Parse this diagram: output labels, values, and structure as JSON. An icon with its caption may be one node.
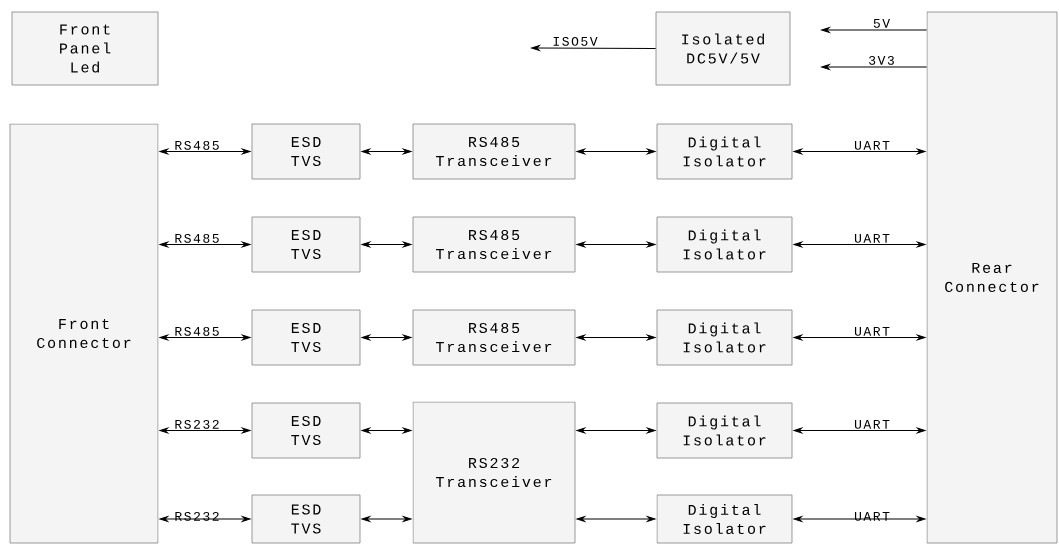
{
  "diagram": {
    "nodes": [
      {
        "text": [
          "Front Panel Led"
        ]
      },
      {
        "text": [
          "Isolated DC5V/5V"
        ]
      },
      {
        "text": [
          "Rear Connector"
        ]
      },
      {
        "text": [
          "Front Connector"
        ]
      },
      {
        "text": [
          "ESD TVS"
        ]
      },
      {
        "text": [
          "RS485 Transceiver"
        ]
      },
      {
        "text": [
          "Digital Isolator"
        ]
      },
      {
        "text": [
          "ESD TVS"
        ]
      },
      {
        "text": [
          "RS485 Transceiver"
        ]
      },
      {
        "text": [
          "Digital Isolator"
        ]
      },
      {
        "text": [
          "ESD TVS"
        ]
      },
      {
        "text": [
          "RS485 Transceiver"
        ]
      },
      {
        "text": [
          "Digital Isolator"
        ]
      },
      {
        "text": [
          "ESD TVS"
        ]
      },
      {
        "text": [
          "RS232 Transceiver"
        ]
      },
      {
        "text": [
          "Digital Isolator"
        ]
      },
      {
        "text": [
          "ESD TVS"
        ]
      },
      {
        "text": [
          "Digital Isolator"
        ]
      }
    ],
    "edges": [
      {
        "from": 1,
        "to": null,
        "arrow": "to",
        "label": "ISO5V"
      },
      {
        "from": 2,
        "to": null,
        "arrow": "to",
        "label": "5V"
      },
      {
        "from": 2,
        "to": null,
        "arrow": "to",
        "label": "3V3"
      },
      {
        "from": 3,
        "to": 4,
        "arrow": "both",
        "label": "RS485"
      },
      {
        "from": 4,
        "to": 5,
        "arrow": "both"
      },
      {
        "from": 5,
        "to": 6,
        "arrow": "both"
      },
      {
        "from": 6,
        "to": 2,
        "arrow": "both",
        "label": "UART"
      },
      {
        "from": 3,
        "to": 7,
        "arrow": "both",
        "label": "RS485"
      },
      {
        "from": 7,
        "to": 8,
        "arrow": "both"
      },
      {
        "from": 8,
        "to": 9,
        "arrow": "both"
      },
      {
        "from": 9,
        "to": 2,
        "arrow": "both",
        "label": "UART"
      },
      {
        "from": 3,
        "to": 10,
        "arrow": "both",
        "label": "RS485"
      },
      {
        "from": 10,
        "to": 11,
        "arrow": "both"
      },
      {
        "from": 11,
        "to": 12,
        "arrow": "both"
      },
      {
        "from": 12,
        "to": 2,
        "arrow": "both",
        "label": "UART"
      },
      {
        "from": 3,
        "to": 13,
        "arrow": "both",
        "label": "RS232"
      },
      {
        "from": 13,
        "to": 14,
        "arrow": "both"
      },
      {
        "from": 14,
        "to": 15,
        "arrow": "both"
      },
      {
        "from": 15,
        "to": 2,
        "arrow": "both",
        "label": "UART"
      },
      {
        "from": 3,
        "to": 16,
        "arrow": "both",
        "label": "RS232"
      },
      {
        "from": 16,
        "to": 14,
        "arrow": "both"
      },
      {
        "from": 14,
        "to": 17,
        "arrow": "both"
      },
      {
        "from": 17,
        "to": 2,
        "arrow": "both",
        "label": "UART"
      }
    ]
  }
}
